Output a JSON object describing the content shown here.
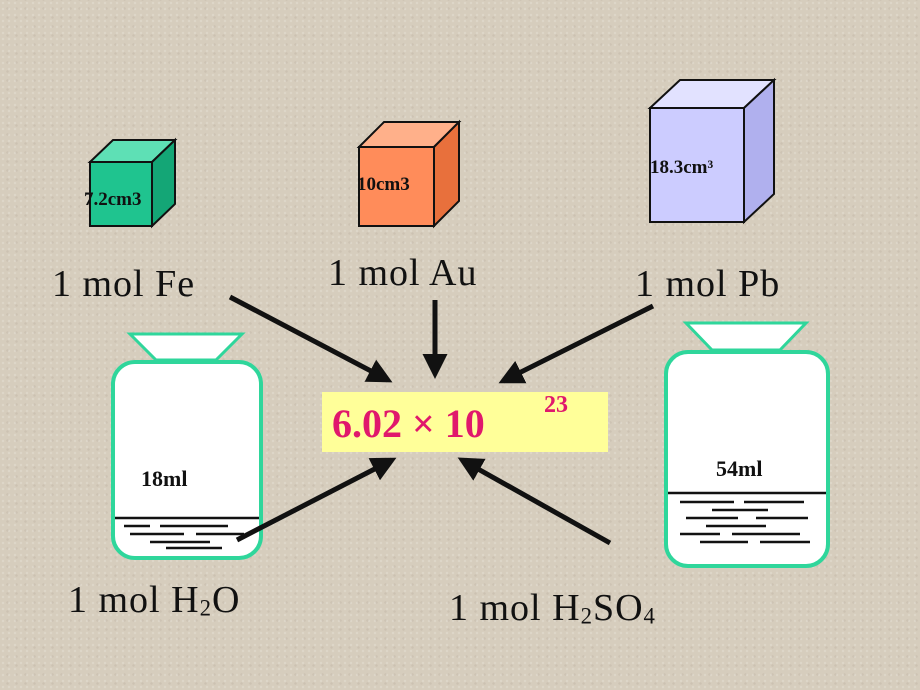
{
  "colors": {
    "fe_cube": "#1fc48f",
    "au_cube": "#ff8c5a",
    "pb_cube": "#ccccff",
    "avogadro_box": "#ffff99",
    "avogadro_text": "#e0186c",
    "bottle": "#2fd69b"
  },
  "cubes": {
    "fe": {
      "volume": "7.2cm3"
    },
    "au": {
      "volume": "10cm3"
    },
    "pb": {
      "volume": "18.3cm³"
    }
  },
  "labels": {
    "fe": "1 mol Fe",
    "au": "1 mol Au",
    "pb": "1 mol Pb",
    "h2o": {
      "prefix": "1 mol H",
      "sub": "2",
      "suffix": "O"
    },
    "h2so4": {
      "prefix": "1 mol H",
      "sub1": "2",
      "mid": "SO",
      "sub2": "4"
    }
  },
  "bottles": {
    "left": {
      "volume": "18ml"
    },
    "right": {
      "volume": "54ml"
    }
  },
  "avogadro": {
    "mantissa": "6.02 × 10",
    "exponent": "23"
  }
}
